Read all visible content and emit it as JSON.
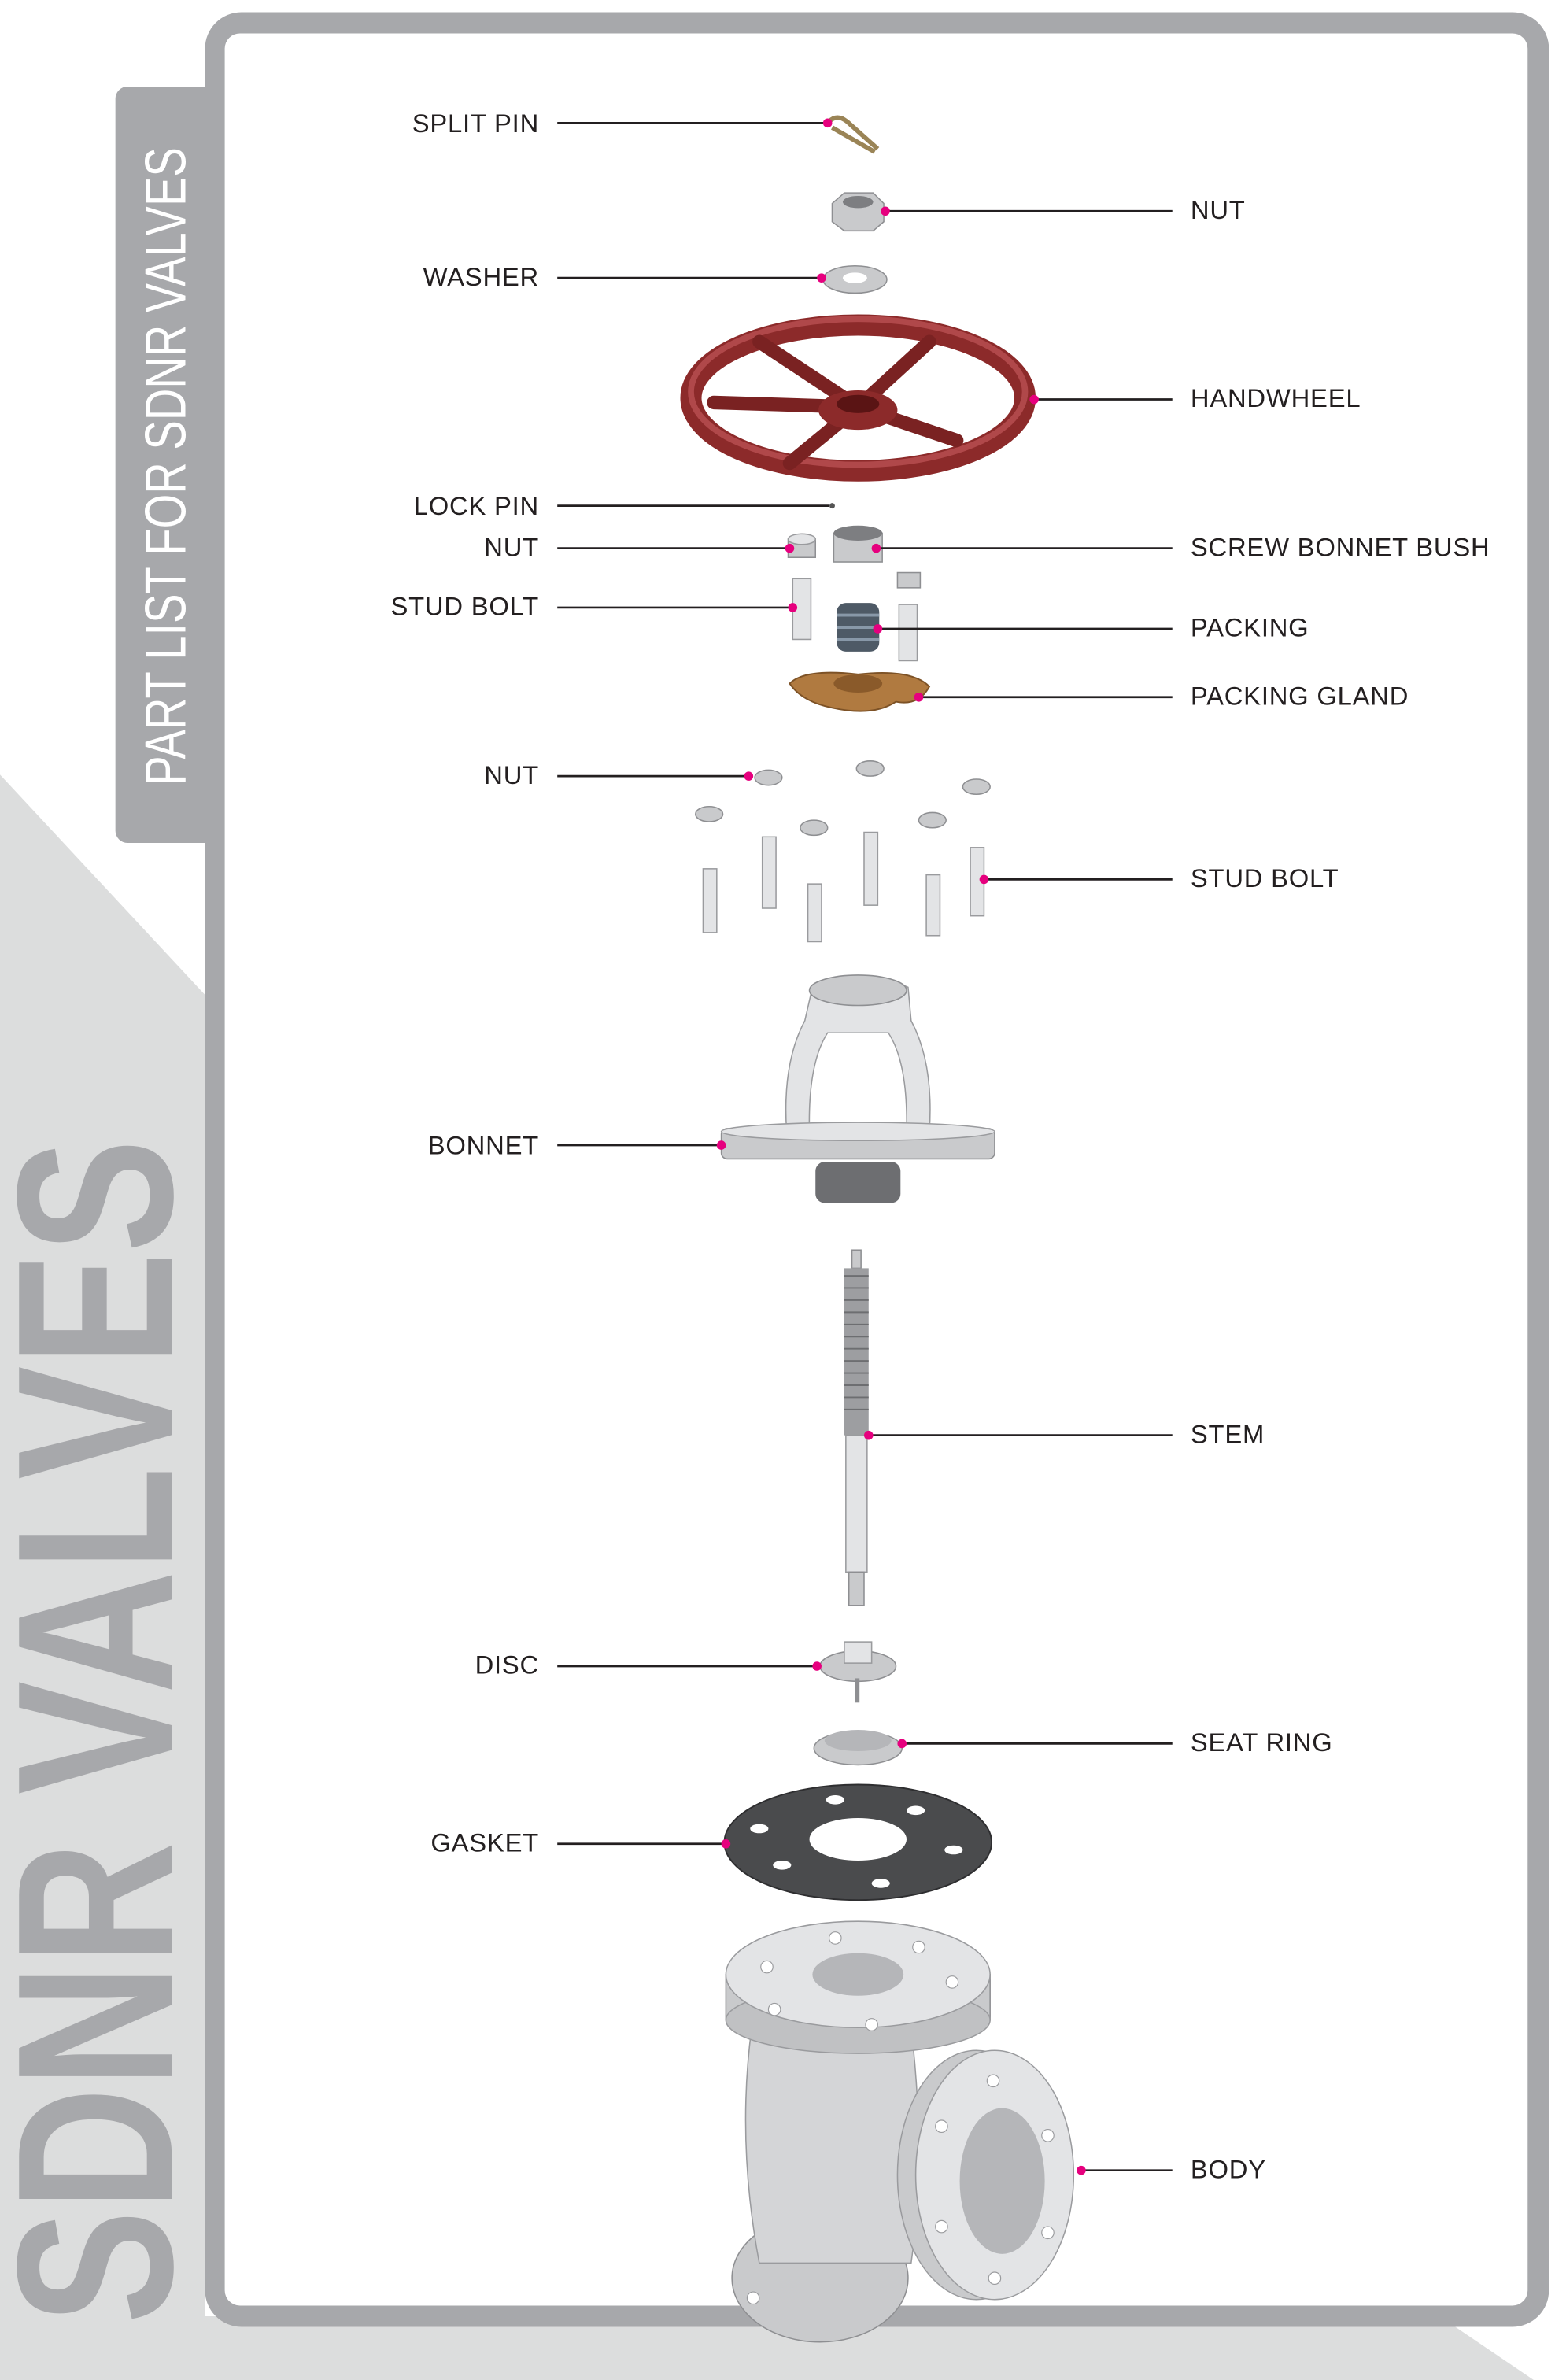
{
  "brand_title": "SDNR VALVES",
  "tab_title": "PART LIST FOR SDNR VALVES",
  "left_labels": [
    "SPLIT PIN",
    "WASHER",
    "LOCK PIN",
    "NUT",
    "STUD BOLT",
    "NUT",
    "BONNET",
    "DISC",
    "GASKET"
  ],
  "right_labels": [
    "NUT",
    "HANDWHEEL",
    "SCREW BONNET BUSH",
    "PACKING",
    "PACKING GLAND",
    "STUD BOLT",
    "STEM",
    "SEAT RING",
    "BODY"
  ],
  "colors": {
    "frame": "#a7a8ab",
    "background_accent": "#dcdddd",
    "callout_dot": "#e6007e",
    "handwheel": "#8c2a2a",
    "gland": "#b07a40"
  }
}
